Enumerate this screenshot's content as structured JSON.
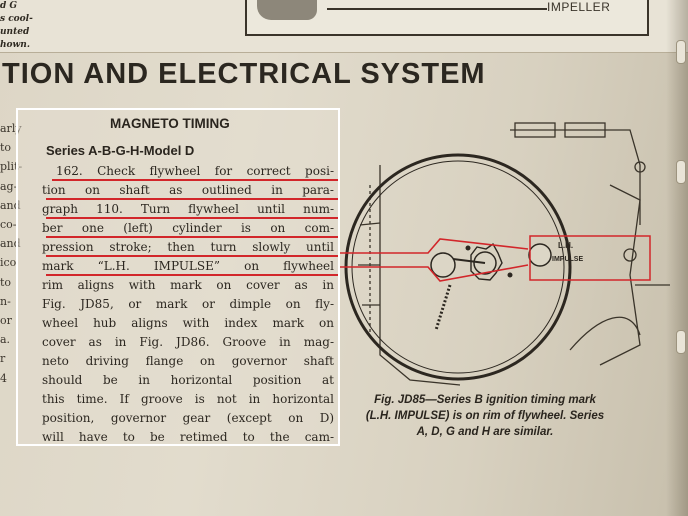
{
  "top": {
    "left_fragments": [
      "d G",
      "s cool-",
      "unted",
      "hown."
    ],
    "impeller_label": "IMPELLER"
  },
  "section_heading": "TION AND ELECTRICAL SYSTEM",
  "left_column_fragments": [
    "arly",
    "to",
    "plit-",
    "ag-",
    "and",
    "co-",
    "and",
    "ico",
    "to",
    "n-",
    "or",
    "a.",
    "",
    "r",
    "4"
  ],
  "article": {
    "title": "MAGNETO TIMING",
    "subtitle": "Series A-B-G-H-Model D",
    "lines": [
      "162. Check flywheel for correct posi-",
      "tion on shaft as outlined in para-",
      "graph 110. Turn flywheel until num-",
      "ber one (left) cylinder is on com-",
      "pression stroke; then turn slowly until",
      "mark “L.H. IMPULSE” on flywheel",
      "rim aligns with mark on cover as in",
      "Fig. JD85, or mark or dimple on fly-",
      "wheel hub aligns with index mark on",
      "cover as in Fig. JD86. Groove in mag-",
      "neto driving flange on governor shaft",
      "should be in horizontal position at",
      "this time. If groove is not in horizontal",
      "position, governor gear (except on D)",
      "will have to be retimed to the cam-"
    ]
  },
  "figure": {
    "mark_label_line1": "L.H.",
    "mark_label_line2": "IMPULSE",
    "caption_lines": [
      "Fig. JD85—Series B ignition timing mark",
      "(L.H. IMPULSE) is on rim of flywheel. Series",
      "A, D, G and H are similar."
    ],
    "annotation_color": "#d2262a"
  },
  "colors": {
    "paper": "#e2dccd",
    "ink": "#2c2720",
    "highlight_red": "#d2262a",
    "box_white": "#ffffff"
  }
}
